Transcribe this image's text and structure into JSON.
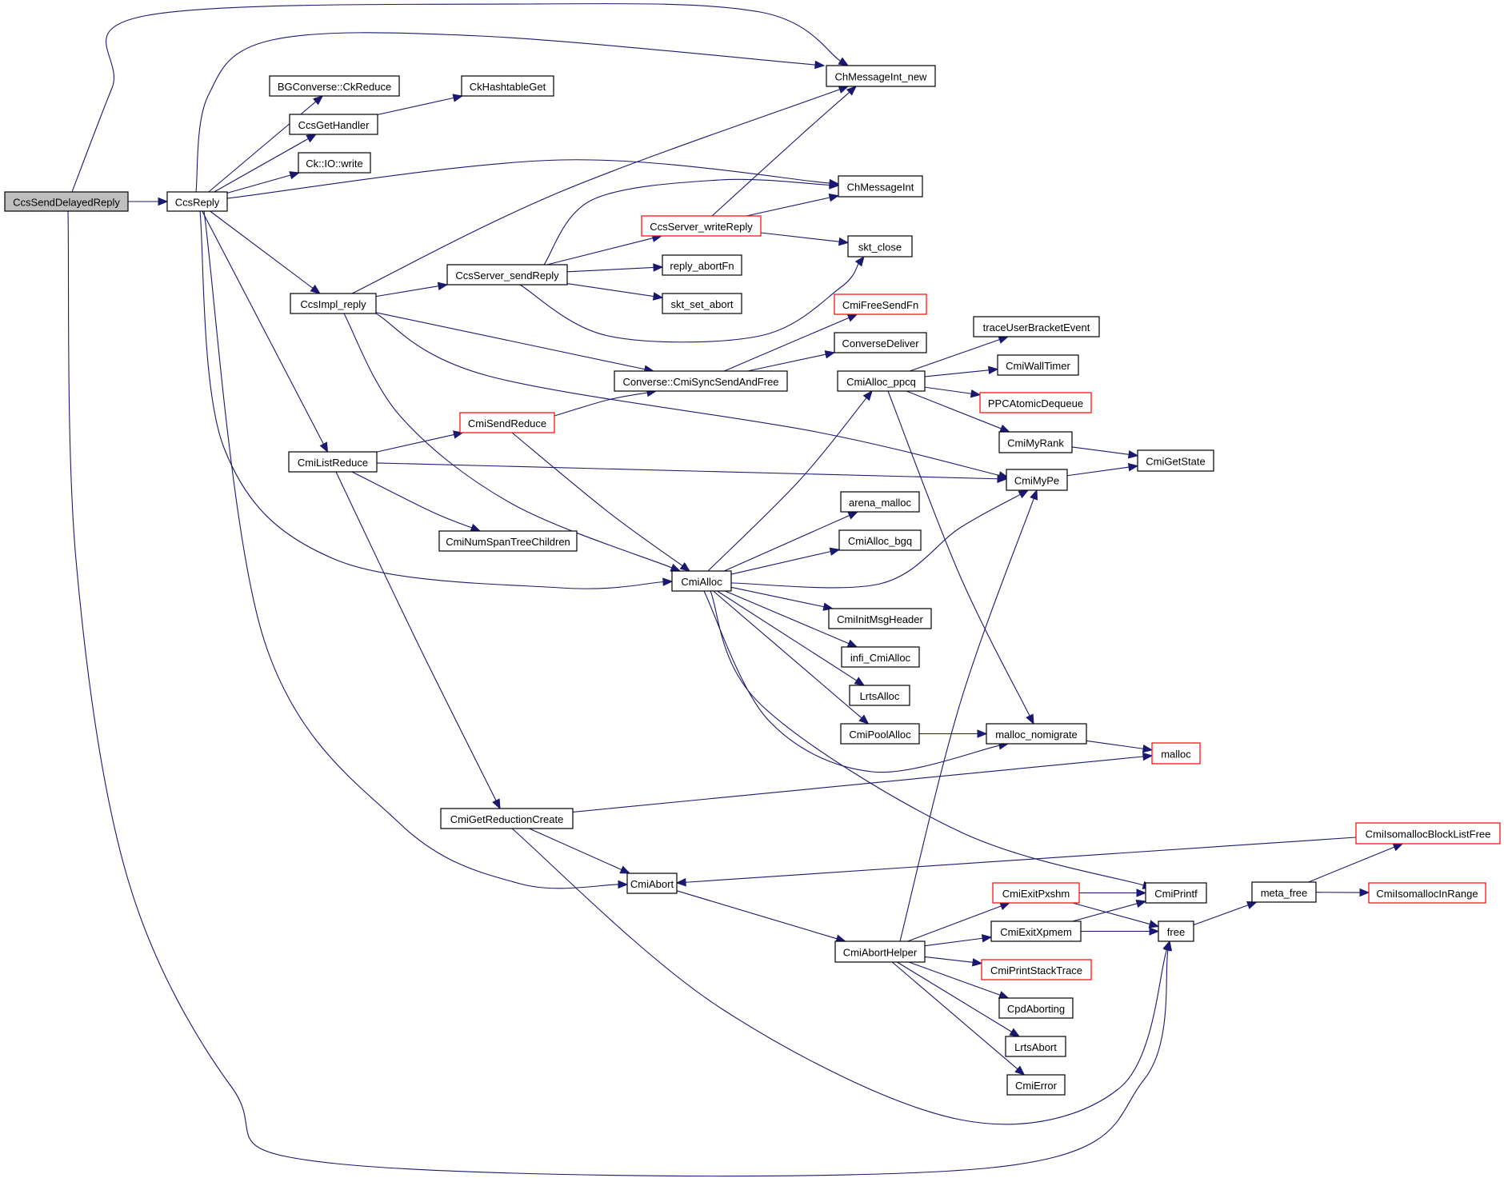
{
  "diagram": {
    "type": "call-graph",
    "edge_color": "#191970",
    "node_border_color": "#000000",
    "truncated_border_color": "#ff0000",
    "root_fill_color": "#bfbfbf",
    "nodes": [
      {
        "id": "CcsSendDelayedReply",
        "label": "CcsSendDelayedReply",
        "kind": "root"
      },
      {
        "id": "CcsReply",
        "label": "CcsReply",
        "kind": "normal"
      },
      {
        "id": "BGConverse_CkReduce",
        "label": "BGConverse::CkReduce",
        "kind": "normal"
      },
      {
        "id": "CkHashtableGet",
        "label": "CkHashtableGet",
        "kind": "normal"
      },
      {
        "id": "CcsGetHandler",
        "label": "CcsGetHandler",
        "kind": "normal"
      },
      {
        "id": "Ck_IO_write",
        "label": "Ck::IO::write",
        "kind": "normal"
      },
      {
        "id": "ChMessageInt_new",
        "label": "ChMessageInt_new",
        "kind": "normal"
      },
      {
        "id": "ChMessageInt",
        "label": "ChMessageInt",
        "kind": "normal"
      },
      {
        "id": "CcsServer_writeReply",
        "label": "CcsServer_writeReply",
        "kind": "truncated"
      },
      {
        "id": "skt_close",
        "label": "skt_close",
        "kind": "normal"
      },
      {
        "id": "reply_abortFn",
        "label": "reply_abortFn",
        "kind": "normal"
      },
      {
        "id": "skt_set_abort",
        "label": "skt_set_abort",
        "kind": "normal"
      },
      {
        "id": "CcsServer_sendReply",
        "label": "CcsServer_sendReply",
        "kind": "normal"
      },
      {
        "id": "CcsImpl_reply",
        "label": "CcsImpl_reply",
        "kind": "normal"
      },
      {
        "id": "CmiFreeSendFn",
        "label": "CmiFreeSendFn",
        "kind": "truncated"
      },
      {
        "id": "ConverseDeliver",
        "label": "ConverseDeliver",
        "kind": "normal"
      },
      {
        "id": "traceUserBracketEvent",
        "label": "traceUserBracketEvent",
        "kind": "normal"
      },
      {
        "id": "CmiWallTimer",
        "label": "CmiWallTimer",
        "kind": "normal"
      },
      {
        "id": "CmiAlloc_ppcq",
        "label": "CmiAlloc_ppcq",
        "kind": "normal"
      },
      {
        "id": "PPCAtomicDequeue",
        "label": "PPCAtomicDequeue",
        "kind": "truncated"
      },
      {
        "id": "Converse_CmiSyncSendAndFree",
        "label": "Converse::CmiSyncSendAndFree",
        "kind": "normal"
      },
      {
        "id": "CmiSendReduce",
        "label": "CmiSendReduce",
        "kind": "truncated"
      },
      {
        "id": "CmiMyRank",
        "label": "CmiMyRank",
        "kind": "normal"
      },
      {
        "id": "CmiGetState",
        "label": "CmiGetState",
        "kind": "normal"
      },
      {
        "id": "CmiListReduce",
        "label": "CmiListReduce",
        "kind": "normal"
      },
      {
        "id": "CmiMyPe",
        "label": "CmiMyPe",
        "kind": "normal"
      },
      {
        "id": "arena_malloc",
        "label": "arena_malloc",
        "kind": "normal"
      },
      {
        "id": "CmiNumSpanTreeChildren",
        "label": "CmiNumSpanTreeChildren",
        "kind": "normal"
      },
      {
        "id": "CmiAlloc_bgq",
        "label": "CmiAlloc_bgq",
        "kind": "normal"
      },
      {
        "id": "CmiAlloc",
        "label": "CmiAlloc",
        "kind": "normal"
      },
      {
        "id": "CmiInitMsgHeader",
        "label": "CmiInitMsgHeader",
        "kind": "normal"
      },
      {
        "id": "infi_CmiAlloc",
        "label": "infi_CmiAlloc",
        "kind": "normal"
      },
      {
        "id": "LrtsAlloc",
        "label": "LrtsAlloc",
        "kind": "normal"
      },
      {
        "id": "CmiPoolAlloc",
        "label": "CmiPoolAlloc",
        "kind": "normal"
      },
      {
        "id": "malloc_nomigrate",
        "label": "malloc_nomigrate",
        "kind": "normal"
      },
      {
        "id": "malloc",
        "label": "malloc",
        "kind": "truncated"
      },
      {
        "id": "CmiGetReductionCreate",
        "label": "CmiGetReductionCreate",
        "kind": "normal"
      },
      {
        "id": "CmiIsomallocBlockListFree",
        "label": "CmiIsomallocBlockListFree",
        "kind": "truncated"
      },
      {
        "id": "CmiAbort",
        "label": "CmiAbort",
        "kind": "normal"
      },
      {
        "id": "CmiExitPxshm",
        "label": "CmiExitPxshm",
        "kind": "truncated"
      },
      {
        "id": "CmiPrintf",
        "label": "CmiPrintf",
        "kind": "normal"
      },
      {
        "id": "meta_free",
        "label": "meta_free",
        "kind": "normal"
      },
      {
        "id": "CmiIsomallocInRange",
        "label": "CmiIsomallocInRange",
        "kind": "truncated"
      },
      {
        "id": "CmiExitXpmem",
        "label": "CmiExitXpmem",
        "kind": "normal"
      },
      {
        "id": "free",
        "label": "free",
        "kind": "normal"
      },
      {
        "id": "CmiAbortHelper",
        "label": "CmiAbortHelper",
        "kind": "normal"
      },
      {
        "id": "CmiPrintStackTrace",
        "label": "CmiPrintStackTrace",
        "kind": "truncated"
      },
      {
        "id": "CpdAborting",
        "label": "CpdAborting",
        "kind": "normal"
      },
      {
        "id": "LrtsAbort",
        "label": "LrtsAbort",
        "kind": "normal"
      },
      {
        "id": "CmiError",
        "label": "CmiError",
        "kind": "normal"
      }
    ],
    "edges": [
      [
        "CcsSendDelayedReply",
        "CcsReply"
      ],
      [
        "CcsSendDelayedReply",
        "ChMessageInt_new"
      ],
      [
        "CcsSendDelayedReply",
        "free"
      ],
      [
        "CcsReply",
        "BGConverse_CkReduce"
      ],
      [
        "CcsReply",
        "CcsGetHandler"
      ],
      [
        "CcsReply",
        "Ck_IO_write"
      ],
      [
        "CcsReply",
        "ChMessageInt_new"
      ],
      [
        "CcsReply",
        "ChMessageInt"
      ],
      [
        "CcsReply",
        "CcsImpl_reply"
      ],
      [
        "CcsReply",
        "CmiListReduce"
      ],
      [
        "CcsReply",
        "CmiAlloc"
      ],
      [
        "CcsReply",
        "CmiAbort"
      ],
      [
        "CcsGetHandler",
        "CkHashtableGet"
      ],
      [
        "CcsImpl_reply",
        "ChMessageInt_new"
      ],
      [
        "CcsImpl_reply",
        "CcsServer_sendReply"
      ],
      [
        "CcsImpl_reply",
        "Converse_CmiSyncSendAndFree"
      ],
      [
        "CcsImpl_reply",
        "CmiMyPe"
      ],
      [
        "CcsImpl_reply",
        "CmiAlloc"
      ],
      [
        "CcsServer_sendReply",
        "ChMessageInt"
      ],
      [
        "CcsServer_sendReply",
        "CcsServer_writeReply"
      ],
      [
        "CcsServer_sendReply",
        "reply_abortFn"
      ],
      [
        "CcsServer_sendReply",
        "skt_set_abort"
      ],
      [
        "CcsServer_sendReply",
        "skt_close"
      ],
      [
        "CcsServer_writeReply",
        "ChMessageInt_new"
      ],
      [
        "CcsServer_writeReply",
        "ChMessageInt"
      ],
      [
        "CcsServer_writeReply",
        "skt_close"
      ],
      [
        "Converse_CmiSyncSendAndFree",
        "CmiFreeSendFn"
      ],
      [
        "Converse_CmiSyncSendAndFree",
        "ConverseDeliver"
      ],
      [
        "CmiListReduce",
        "CmiSendReduce"
      ],
      [
        "CmiListReduce",
        "CmiMyPe"
      ],
      [
        "CmiListReduce",
        "CmiNumSpanTreeChildren"
      ],
      [
        "CmiListReduce",
        "CmiGetReductionCreate"
      ],
      [
        "CmiSendReduce",
        "Converse_CmiSyncSendAndFree"
      ],
      [
        "CmiSendReduce",
        "CmiAlloc"
      ],
      [
        "CmiAlloc_ppcq",
        "traceUserBracketEvent"
      ],
      [
        "CmiAlloc_ppcq",
        "CmiWallTimer"
      ],
      [
        "CmiAlloc_ppcq",
        "PPCAtomicDequeue"
      ],
      [
        "CmiAlloc_ppcq",
        "CmiMyRank"
      ],
      [
        "CmiAlloc_ppcq",
        "malloc_nomigrate"
      ],
      [
        "CmiMyRank",
        "CmiGetState"
      ],
      [
        "CmiMyPe",
        "CmiGetState"
      ],
      [
        "CmiAlloc",
        "CmiAlloc_ppcq"
      ],
      [
        "CmiAlloc",
        "arena_malloc"
      ],
      [
        "CmiAlloc",
        "CmiAlloc_bgq"
      ],
      [
        "CmiAlloc",
        "CmiMyPe"
      ],
      [
        "CmiAlloc",
        "CmiInitMsgHeader"
      ],
      [
        "CmiAlloc",
        "infi_CmiAlloc"
      ],
      [
        "CmiAlloc",
        "LrtsAlloc"
      ],
      [
        "CmiAlloc",
        "CmiPoolAlloc"
      ],
      [
        "CmiAlloc",
        "malloc_nomigrate"
      ],
      [
        "CmiAlloc",
        "CmiPrintf"
      ],
      [
        "CmiPoolAlloc",
        "malloc_nomigrate"
      ],
      [
        "malloc_nomigrate",
        "malloc"
      ],
      [
        "CmiGetReductionCreate",
        "malloc"
      ],
      [
        "CmiGetReductionCreate",
        "CmiAbort"
      ],
      [
        "CmiGetReductionCreate",
        "free"
      ],
      [
        "CmiIsomallocBlockListFree",
        "CmiAbort"
      ],
      [
        "CmiAbort",
        "CmiAbortHelper"
      ],
      [
        "CmiAbortHelper",
        "CmiMyPe"
      ],
      [
        "CmiAbortHelper",
        "CmiExitPxshm"
      ],
      [
        "CmiAbortHelper",
        "CmiExitXpmem"
      ],
      [
        "CmiAbortHelper",
        "CmiPrintStackTrace"
      ],
      [
        "CmiAbortHelper",
        "CpdAborting"
      ],
      [
        "CmiAbortHelper",
        "LrtsAbort"
      ],
      [
        "CmiAbortHelper",
        "CmiError"
      ],
      [
        "CmiExitPxshm",
        "CmiPrintf"
      ],
      [
        "CmiExitPxshm",
        "free"
      ],
      [
        "CmiExitXpmem",
        "CmiPrintf"
      ],
      [
        "CmiExitXpmem",
        "free"
      ],
      [
        "free",
        "meta_free"
      ],
      [
        "meta_free",
        "CmiIsomallocBlockListFree"
      ],
      [
        "meta_free",
        "CmiIsomallocInRange"
      ]
    ]
  }
}
